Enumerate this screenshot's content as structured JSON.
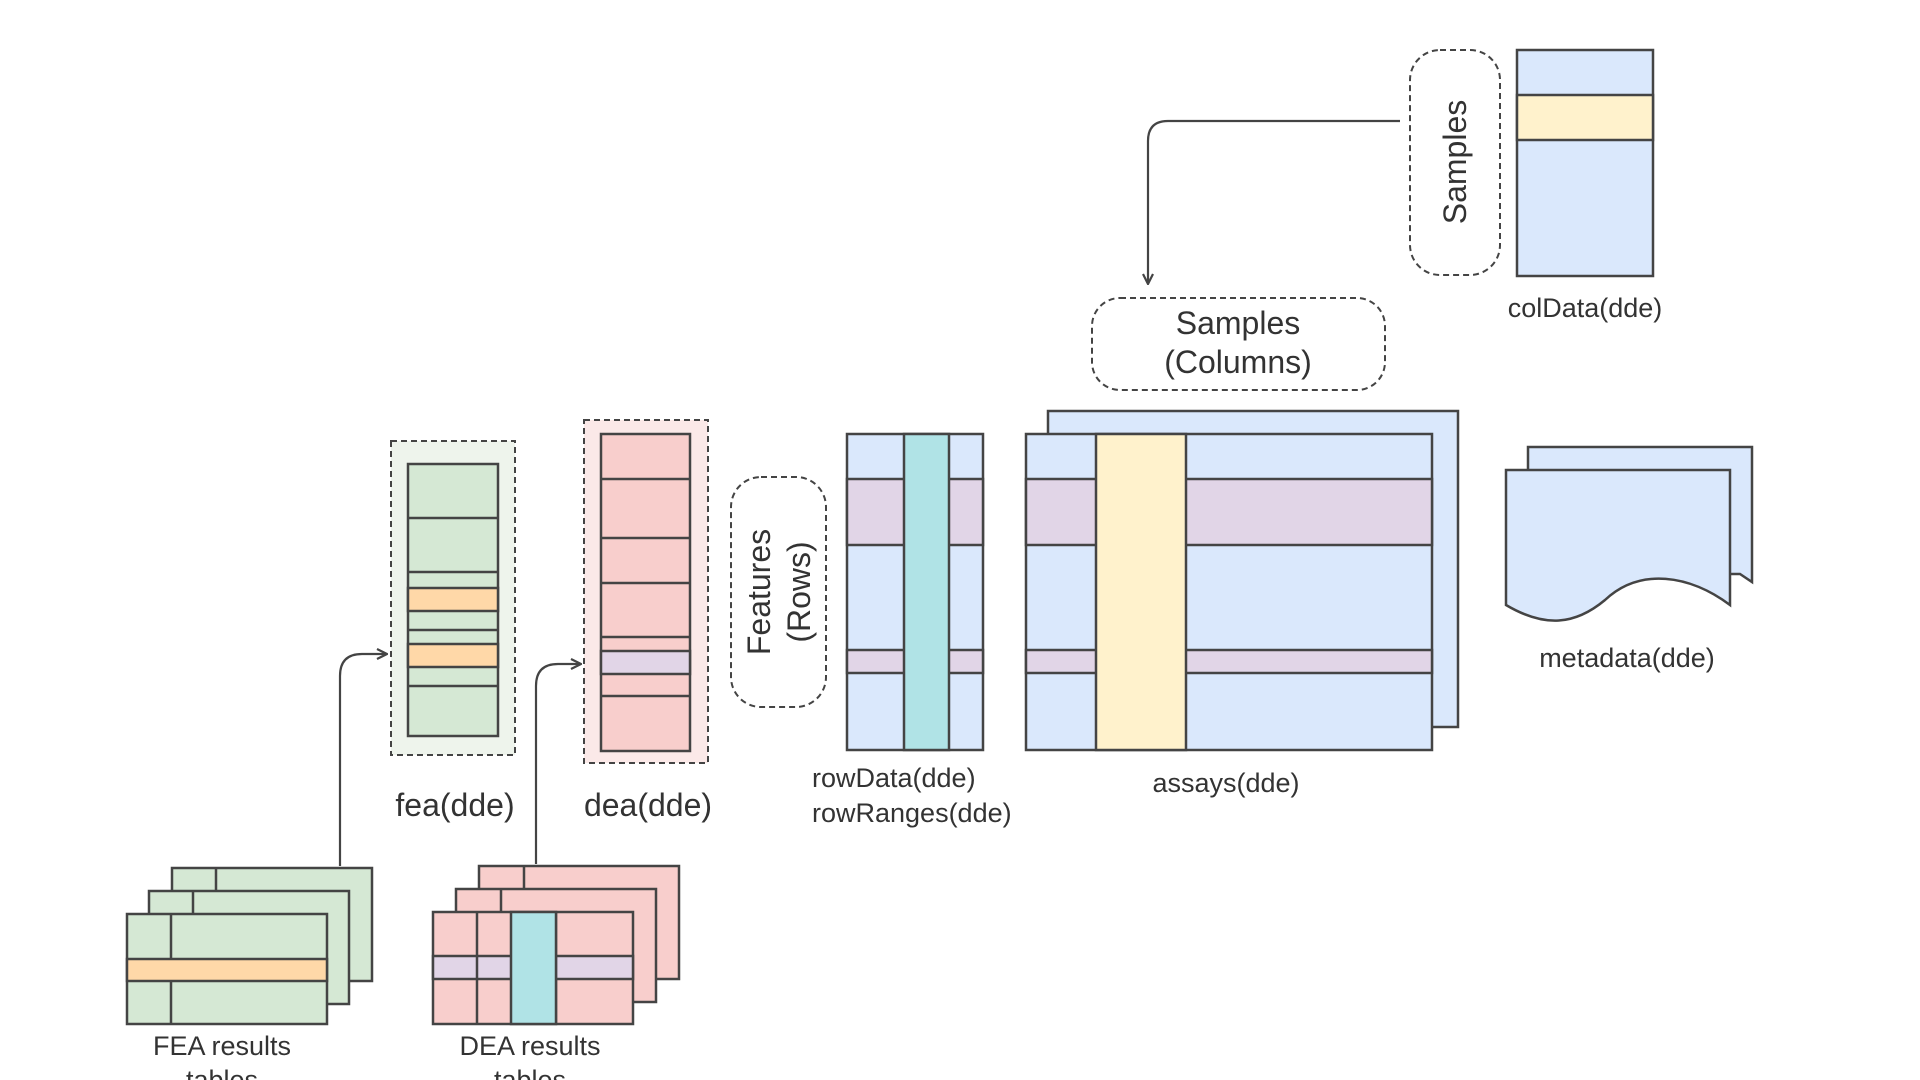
{
  "colors": {
    "blue": "#dae8fc",
    "purple": "#e1d5e7",
    "yellow": "#fff2cc",
    "green": "#d5e8d4",
    "orange": "#ffd8a8",
    "pink": "#f8cecc",
    "teal": "#b0e3e6",
    "stroke": "#444444"
  },
  "labels": {
    "samples_vertical": "Samples",
    "samples_columns_line1": "Samples",
    "samples_columns_line2": "(Columns)",
    "coldata": "colData(dde)",
    "features_line1": "Features",
    "features_line2": "(Rows)",
    "rowdata_line1": "rowData(dde)",
    "rowdata_line2": "rowRanges(dde)",
    "assays": "assays(dde)",
    "metadata": "metadata(dde)",
    "fea": "fea(dde)",
    "dea": "dea(dde)",
    "fea_tables_line1": "FEA results",
    "fea_tables_line2": "tables",
    "dea_tables_line1": "DEA results",
    "dea_tables_line2": "tables"
  }
}
